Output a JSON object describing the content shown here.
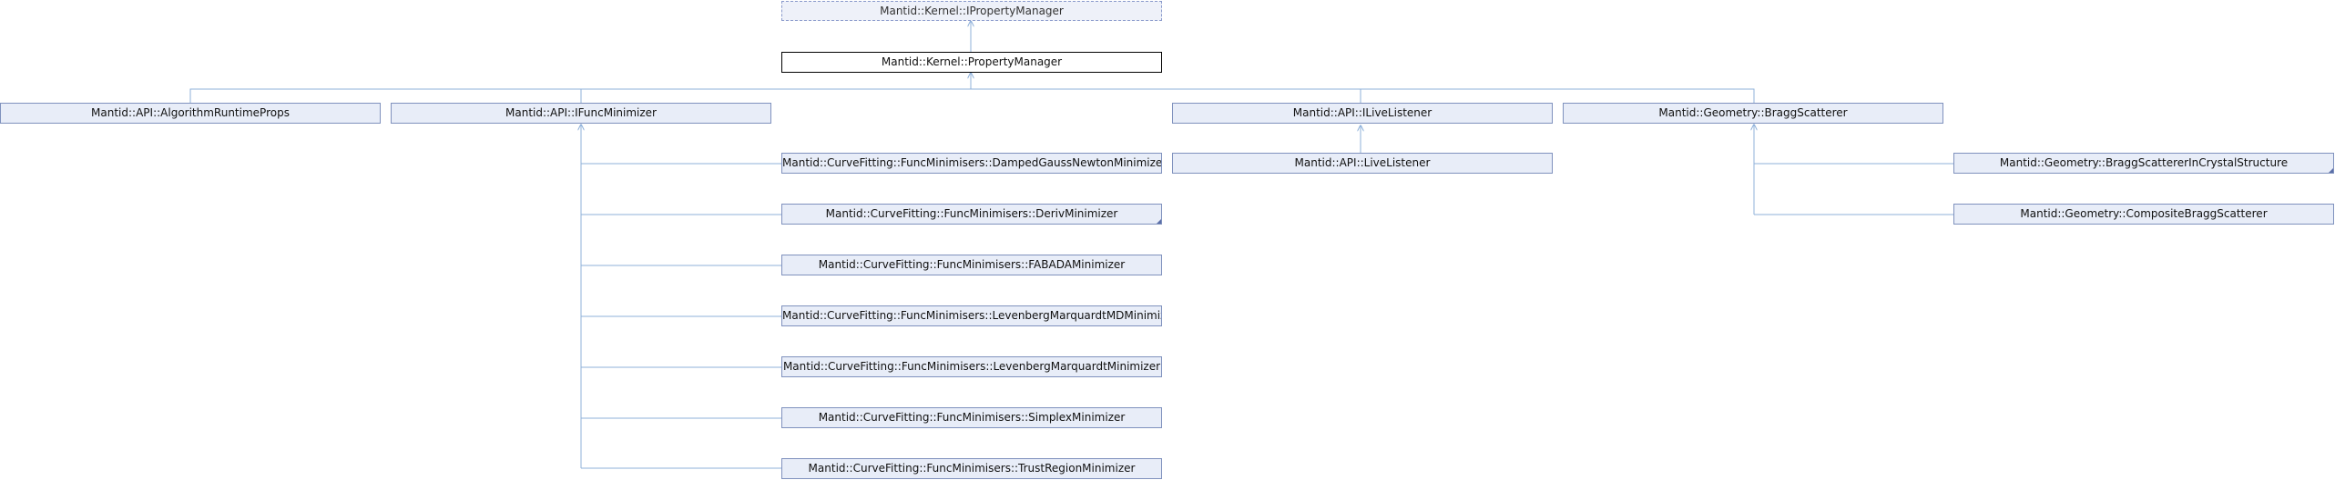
{
  "diagram": {
    "nodes": {
      "ipropertymanager": "Mantid::Kernel::IPropertyManager",
      "propertymanager": "Mantid::Kernel::PropertyManager",
      "algorithmruntimeprops": "Mantid::API::AlgorithmRuntimeProps",
      "ifuncminimizer": "Mantid::API::IFuncMinimizer",
      "ilivelistener": "Mantid::API::ILiveListener",
      "braggscatterer": "Mantid::Geometry::BraggScatterer",
      "dampedgaussnewton": "Mantid::CurveFitting::FuncMinimisers::DampedGaussNewtonMinimizer",
      "derivminimizer": "Mantid::CurveFitting::FuncMinimisers::DerivMinimizer",
      "fabada": "Mantid::CurveFitting::FuncMinimisers::FABADAMinimizer",
      "lmmd": "Mantid::CurveFitting::FuncMinimisers::LevenbergMarquardtMDMinimizer",
      "lm": "Mantid::CurveFitting::FuncMinimisers::LevenbergMarquardtMinimizer",
      "simplex": "Mantid::CurveFitting::FuncMinimisers::SimplexMinimizer",
      "trustregion": "Mantid::CurveFitting::FuncMinimisers::TrustRegionMinimizer",
      "livelistener": "Mantid::API::LiveListener",
      "braggincrystal": "Mantid::Geometry::BraggScattererInCrystalStructure",
      "compositebragg": "Mantid::Geometry::CompositeBraggScatterer"
    },
    "colors": {
      "node_fill": "#e8edf8",
      "node_border": "#7f91bd",
      "edge": "#8fb1da"
    }
  }
}
